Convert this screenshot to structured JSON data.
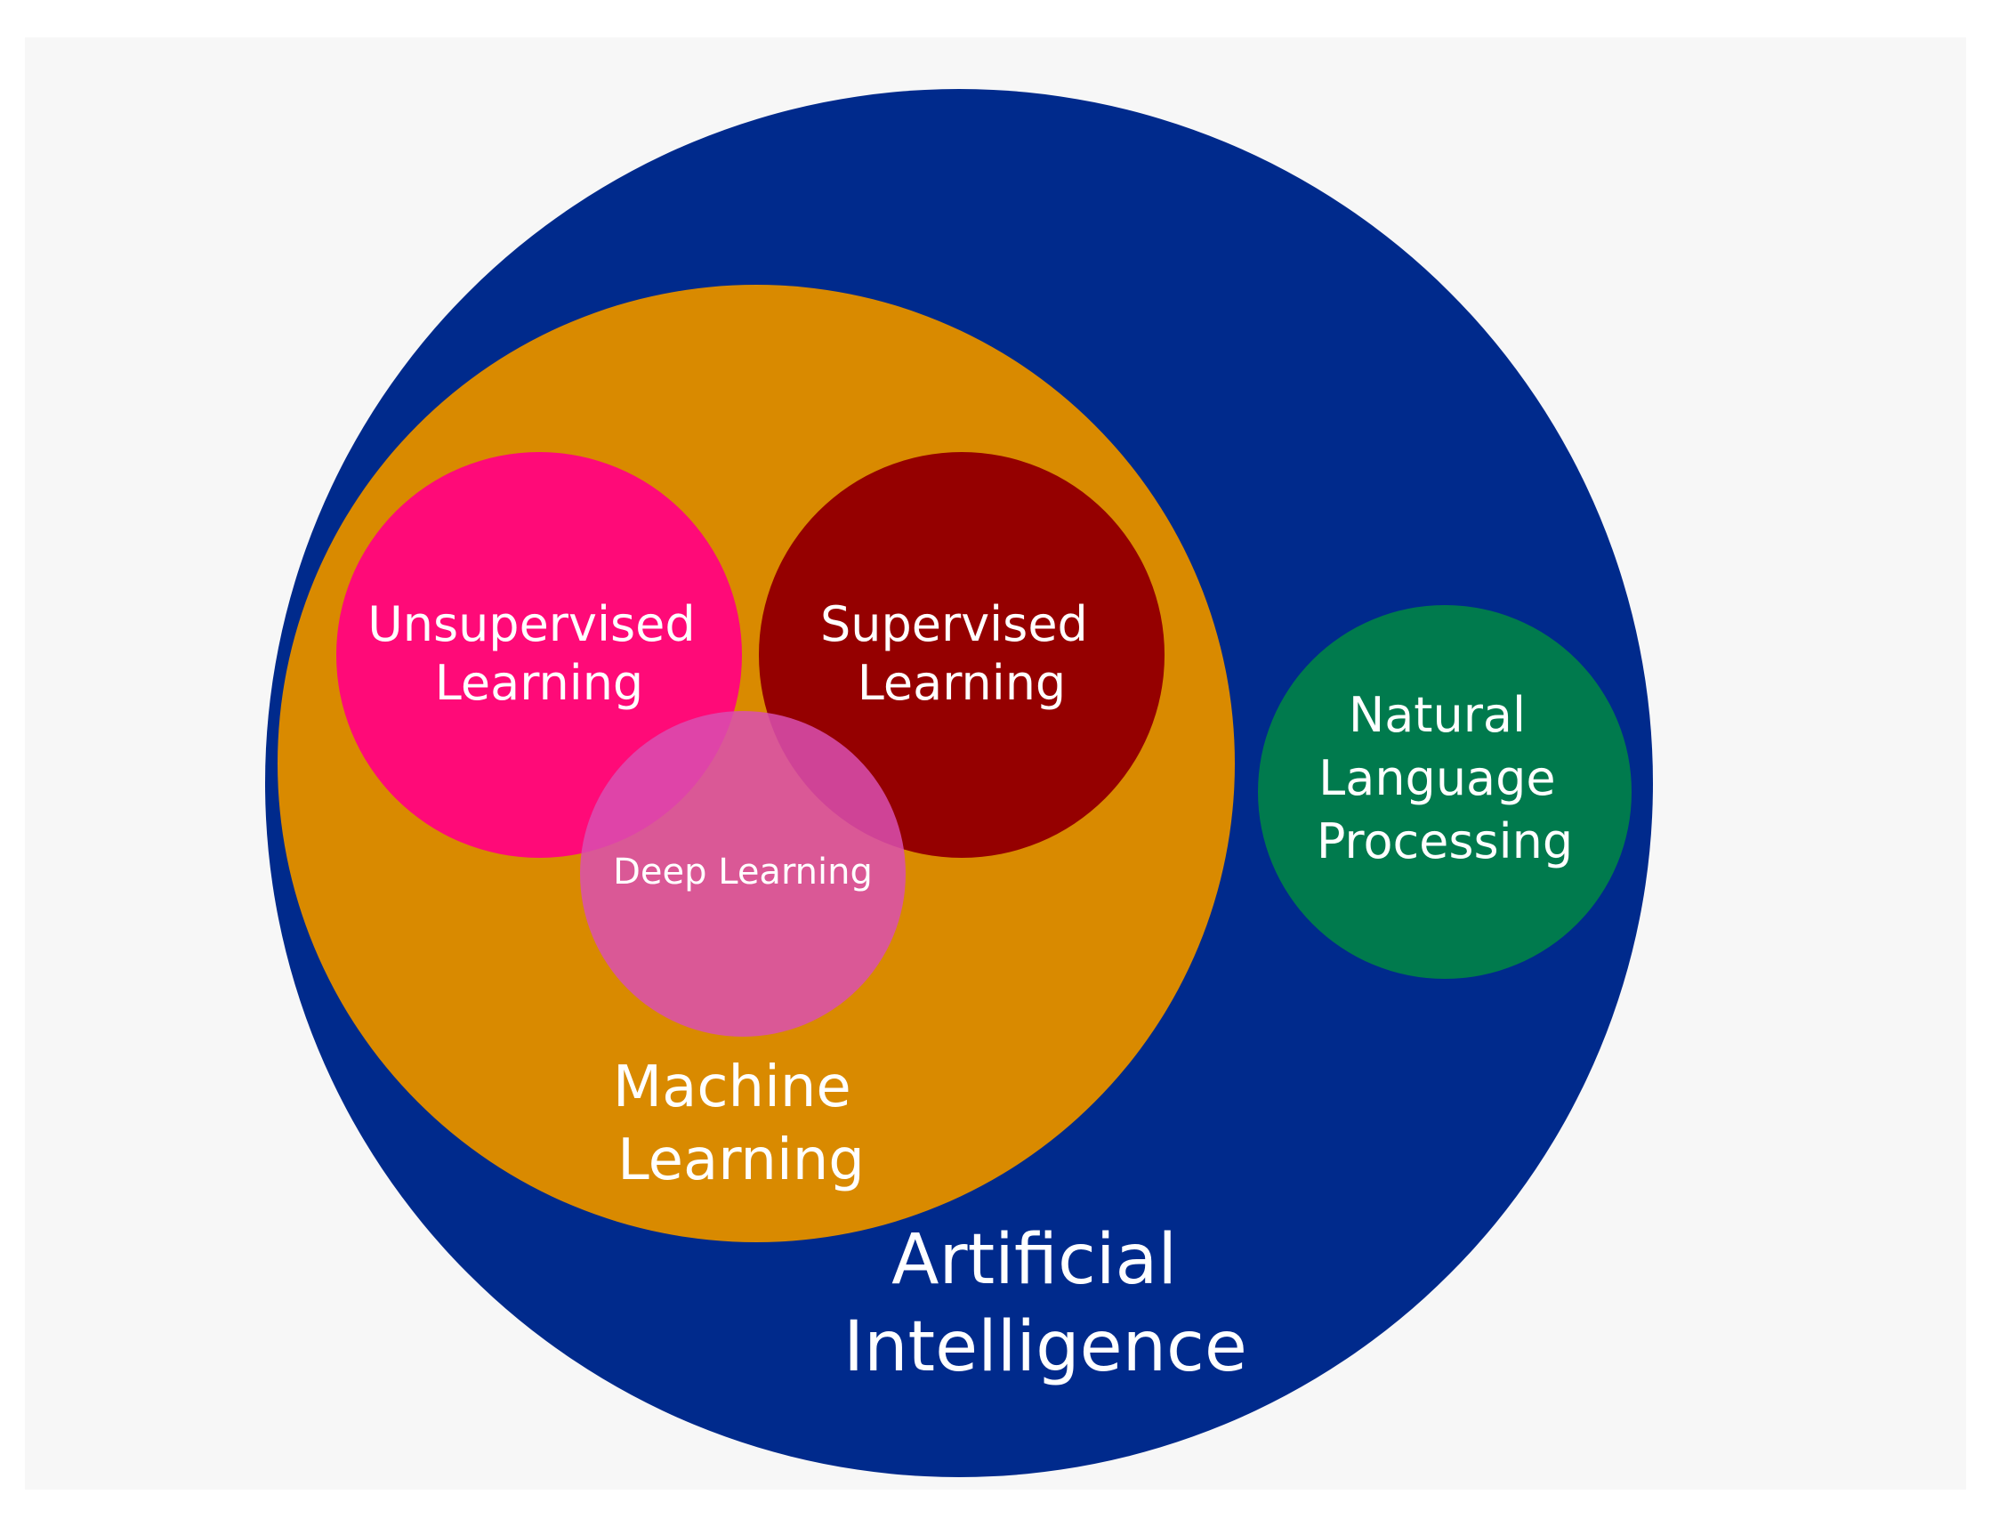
{
  "diagram": {
    "background": "#f7f7f7",
    "circles": [
      {
        "id": "ai",
        "label_lines": [
          "Artificial",
          "Intelligence"
        ],
        "color": "#002a8c"
      },
      {
        "id": "ml",
        "label_lines": [
          "Machine",
          "Learning"
        ],
        "color": "#d98a00"
      },
      {
        "id": "nlp",
        "label_lines": [
          "Natural",
          "Language",
          "Processing"
        ],
        "color": "#007a4d"
      },
      {
        "id": "unsupervised",
        "label_lines": [
          "Unsupervised",
          "Learning"
        ],
        "color": "#ff0a78"
      },
      {
        "id": "supervised",
        "label_lines": [
          "Supervised",
          "Learning"
        ],
        "color": "#950000"
      },
      {
        "id": "deep",
        "label_lines": [
          "Deep Learning"
        ],
        "color": "#d94fb0"
      }
    ]
  }
}
